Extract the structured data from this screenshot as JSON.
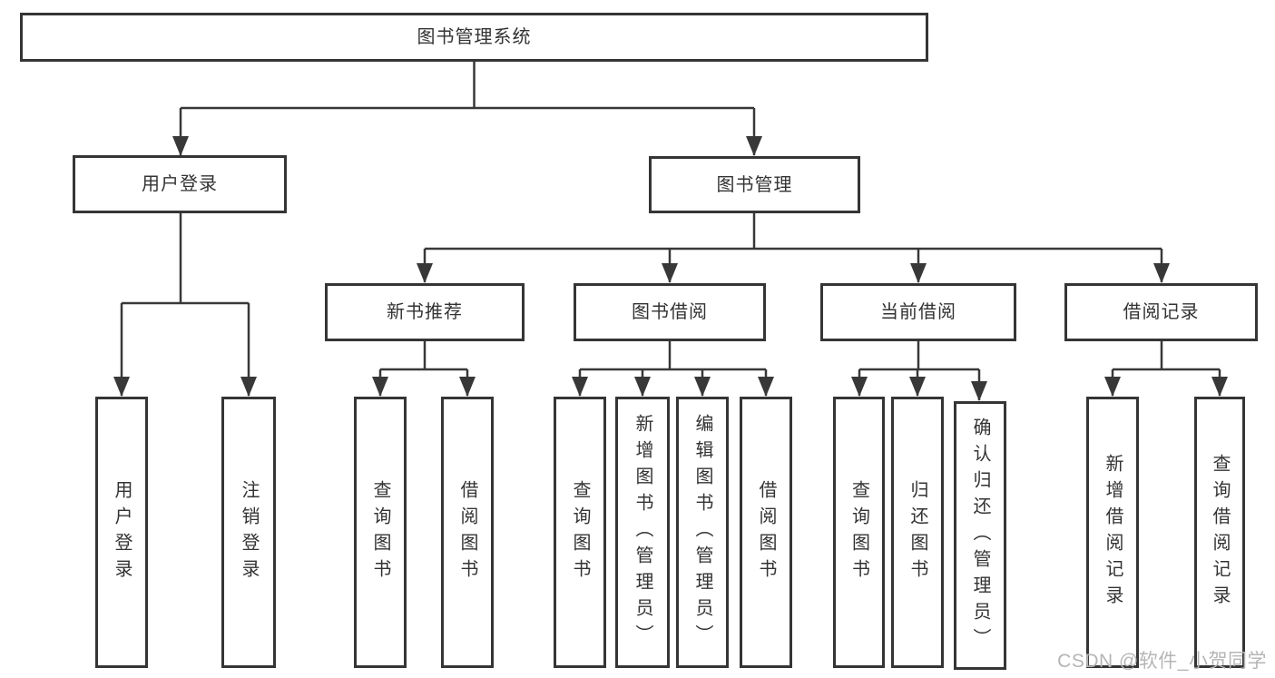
{
  "diagram": {
    "type": "functional-structure-tree",
    "root": {
      "label": "图书管理系统"
    },
    "level2": [
      {
        "label": "用户登录"
      },
      {
        "label": "图书管理"
      }
    ],
    "level3": [
      {
        "label": "新书推荐"
      },
      {
        "label": "图书借阅"
      },
      {
        "label": "当前借阅"
      },
      {
        "label": "借阅记录"
      }
    ],
    "leaves": {
      "user_login": [
        {
          "label": "用户登录"
        },
        {
          "label": "注销登录"
        }
      ],
      "new_book_recommend": [
        {
          "label": "查询图书"
        },
        {
          "label": "借阅图书"
        }
      ],
      "book_borrowing": [
        {
          "label": "查询图书"
        },
        {
          "label": "新增图书（管理员）"
        },
        {
          "label": "编辑图书（管理员）"
        },
        {
          "label": "借阅图书"
        }
      ],
      "current_borrowing": [
        {
          "label": "查询图书"
        },
        {
          "label": "归还图书"
        },
        {
          "label": "确认归还（管理员）"
        }
      ],
      "borrowing_records": [
        {
          "label": "新增借阅记录"
        },
        {
          "label": "查询借阅记录"
        }
      ]
    },
    "colors": {
      "line": "#383838",
      "box_border": "#353535",
      "text": "#333333",
      "box_background": "#ffffff",
      "watermark": "#b5b5b5"
    }
  },
  "watermark": {
    "text": "CSDN @软件_小贺同学"
  }
}
